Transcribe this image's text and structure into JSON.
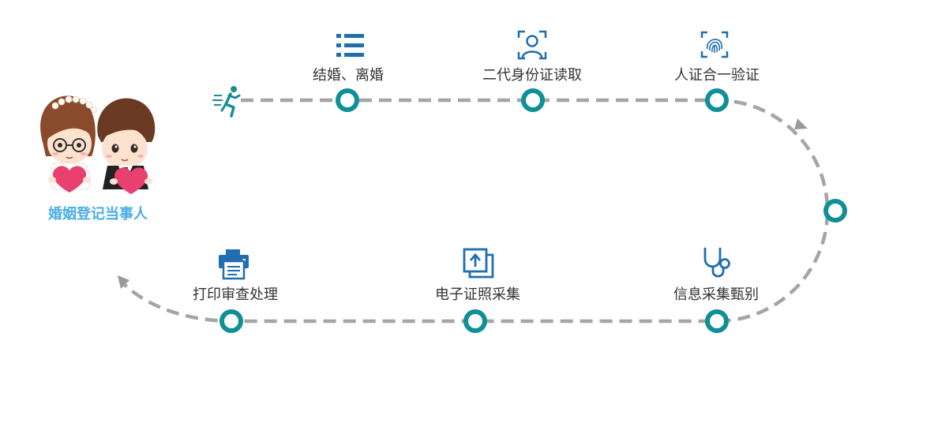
{
  "colors": {
    "icon_blue": "#1f6fb0",
    "node_teal": "#0f8f96",
    "path_gray": "#a5a5a5",
    "couple_label": "#4aaee8",
    "runner": "#1b8c93",
    "heart": "#e8416f"
  },
  "start": {
    "label": "婚姻登记当事人",
    "runner_icon": "running-person-icon"
  },
  "steps": [
    {
      "label": "结婚、离婚",
      "icon": "list-icon"
    },
    {
      "label": "二代身份证读取",
      "icon": "face-scan-icon"
    },
    {
      "label": "人证合一验证",
      "icon": "fingerprint-icon"
    },
    {
      "label": "信息采集甄别",
      "icon": "stethoscope-icon"
    },
    {
      "label": "电子证照采集",
      "icon": "upload-file-icon"
    },
    {
      "label": "打印审查处理",
      "icon": "printer-icon"
    }
  ]
}
